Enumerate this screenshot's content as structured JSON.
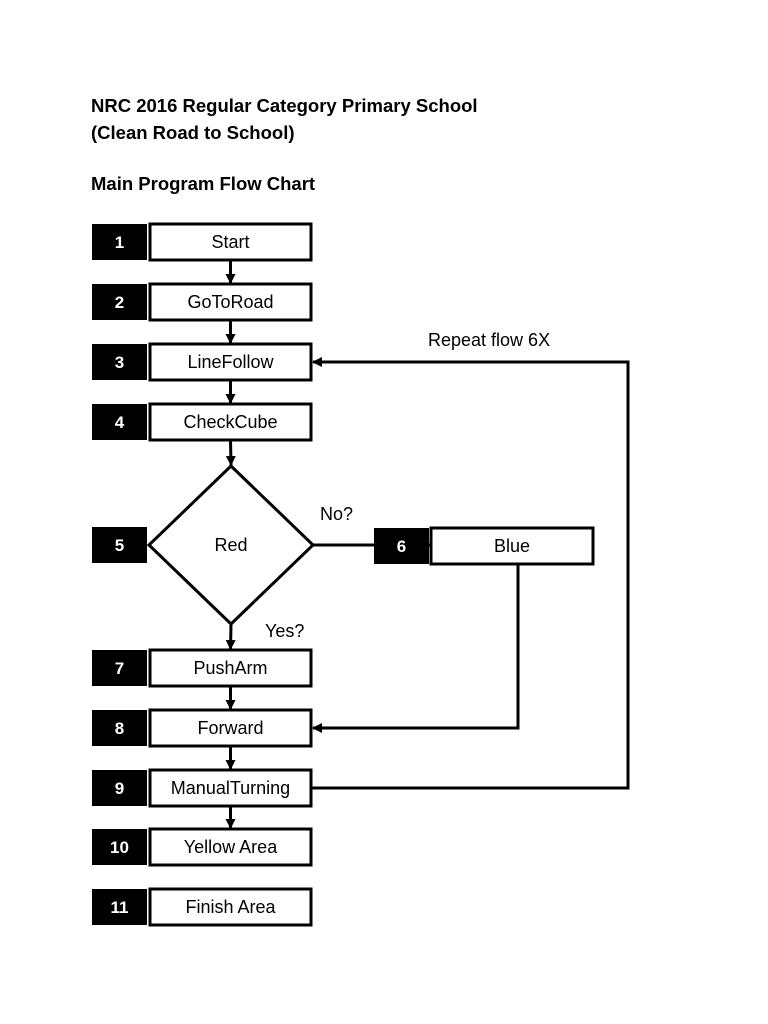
{
  "document": {
    "title_line_1": "NRC 2016 Regular Category Primary School",
    "title_line_2": "(Clean Road to School)",
    "subtitle": "Main Program Flow Chart"
  },
  "flowchart": {
    "steps": [
      {
        "number": "1",
        "label": "Start",
        "shape": "process"
      },
      {
        "number": "2",
        "label": "GoToRoad",
        "shape": "process"
      },
      {
        "number": "3",
        "label": "LineFollow",
        "shape": "process"
      },
      {
        "number": "4",
        "label": "CheckCube",
        "shape": "process"
      },
      {
        "number": "5",
        "label": "Red",
        "shape": "decision"
      },
      {
        "number": "6",
        "label": "Blue",
        "shape": "process"
      },
      {
        "number": "7",
        "label": "PushArm",
        "shape": "process"
      },
      {
        "number": "8",
        "label": "Forward",
        "shape": "process"
      },
      {
        "number": "9",
        "label": "ManualTurning",
        "shape": "process"
      },
      {
        "number": "10",
        "label": "Yellow Area",
        "shape": "process"
      },
      {
        "number": "11",
        "label": "Finish Area",
        "shape": "process"
      }
    ],
    "connectors": [
      {
        "from": "1",
        "to": "2",
        "label": ""
      },
      {
        "from": "2",
        "to": "3",
        "label": ""
      },
      {
        "from": "3",
        "to": "4",
        "label": ""
      },
      {
        "from": "4",
        "to": "5",
        "label": ""
      },
      {
        "from": "5",
        "to": "6",
        "label": "No?"
      },
      {
        "from": "5",
        "to": "7",
        "label": "Yes?"
      },
      {
        "from": "6",
        "to": "8",
        "label": ""
      },
      {
        "from": "7",
        "to": "8",
        "label": ""
      },
      {
        "from": "8",
        "to": "9",
        "label": ""
      },
      {
        "from": "9",
        "to": "3",
        "label": "Repeat flow 6X"
      },
      {
        "from": "9",
        "to": "10",
        "label": ""
      }
    ],
    "colors": {
      "number_badge": "#000000",
      "number_text": "#ffffff",
      "box_border": "#000000",
      "box_fill": "#ffffff"
    }
  }
}
